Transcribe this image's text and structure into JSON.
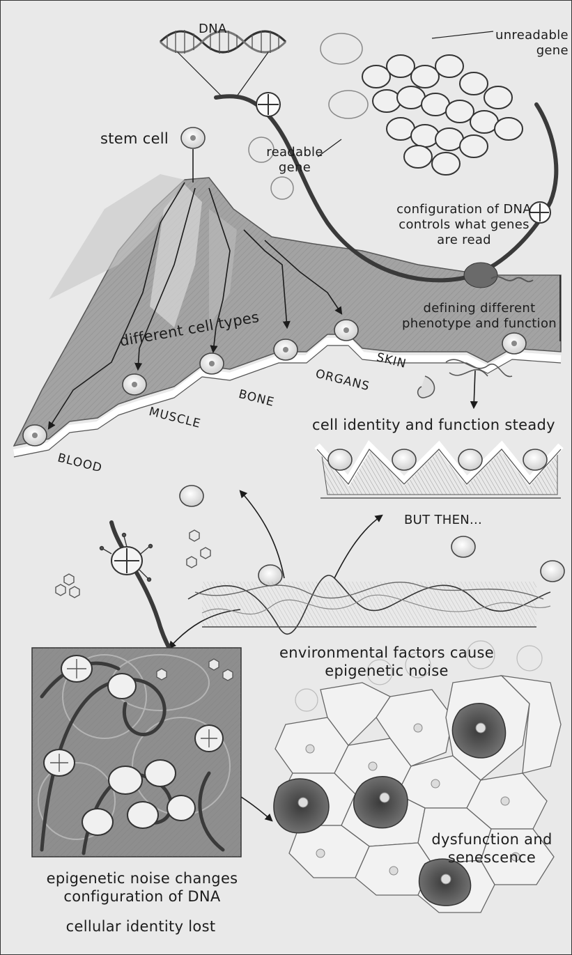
{
  "labels": {
    "dna": "DNA",
    "unreadable_gene": "unreadable\ngene",
    "stem_cell": "stem cell",
    "readable_gene": "readable\ngene",
    "config_controls": "configuration of DNA\ncontrols what genes\nare read",
    "defining_phenotype": "defining different\nphenotype and function",
    "different_cell_types": "different cell types",
    "skin": "SKIN",
    "organs": "ORGANS",
    "bone": "BONE",
    "muscle": "MUSCLE",
    "blood": "BLOOD",
    "identity_steady": "cell identity and function steady",
    "but_then": "BUT THEN...",
    "env_factors": "environmental factors cause\nepigenetic noise",
    "dysfunction": "dysfunction and\nsenescence",
    "noise_changes": "epigenetic noise changes\nconfiguration of DNA",
    "identity_lost": "cellular identity lost"
  },
  "colors": {
    "background": "#e9e9e9",
    "ink": "#1c1c1c",
    "strand": "#3a3a3a",
    "mountain": "#8f8f8f",
    "cell_fill": "#f4f4f4"
  }
}
